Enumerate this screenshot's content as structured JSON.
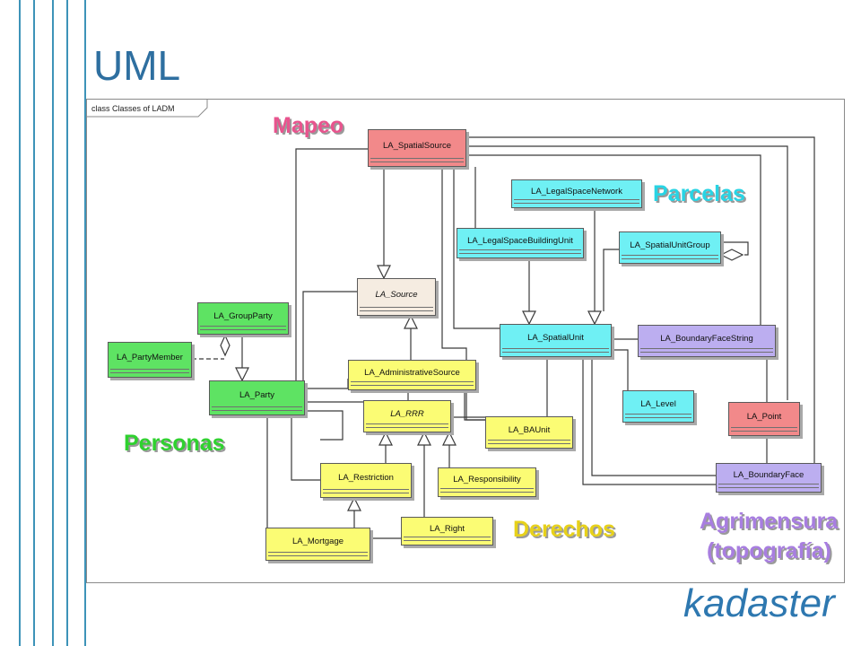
{
  "slide": {
    "title": "UML",
    "logo": "kadaster"
  },
  "diagram": {
    "frame_label": "class Classes of LADM",
    "regions": {
      "mapeo": "Mapeo",
      "parcelas": "Parcelas",
      "personas": "Personas",
      "derechos": "Derechos",
      "agrimensura_1": "Agrimensura",
      "agrimensura_2": "(topografía)"
    },
    "classes": {
      "spatial_source": "LA_SpatialSource",
      "legal_space_network": "LA_LegalSpaceNetwork",
      "legal_space_building_unit": "LA_LegalSpaceBuildingUnit",
      "spatial_unit_group": "LA_SpatialUnitGroup",
      "source": "LA_Source",
      "group_party": "LA_GroupParty",
      "party_member": "LA_PartyMember",
      "spatial_unit": "LA_SpatialUnit",
      "boundary_face_string": "LA_BoundaryFaceString",
      "administrative_source": "LA_AdministrativeSource",
      "party": "LA_Party",
      "rrr": "LA_RRR",
      "level": "LA_Level",
      "ba_unit": "LA_BAUnit",
      "point": "LA_Point",
      "restriction": "LA_Restriction",
      "responsibility": "LA_Responsibility",
      "boundary_face": "LA_BoundaryFace",
      "right": "LA_Right",
      "mortgage": "LA_Mortgage"
    }
  },
  "colors": {
    "title": "#2e6fa0",
    "mapeo": "#e8548e",
    "parcelas": "#28d4e4",
    "personas": "#2fd12f",
    "derechos": "#e7d11a",
    "agrimensura": "#a87ee0",
    "party_classes": "#5ee363",
    "rrr_classes": "#fbfc74",
    "spatial_classes": "#6ff0f4",
    "boundary_classes": "#bcaef0",
    "source_classes": "#f2898a"
  }
}
